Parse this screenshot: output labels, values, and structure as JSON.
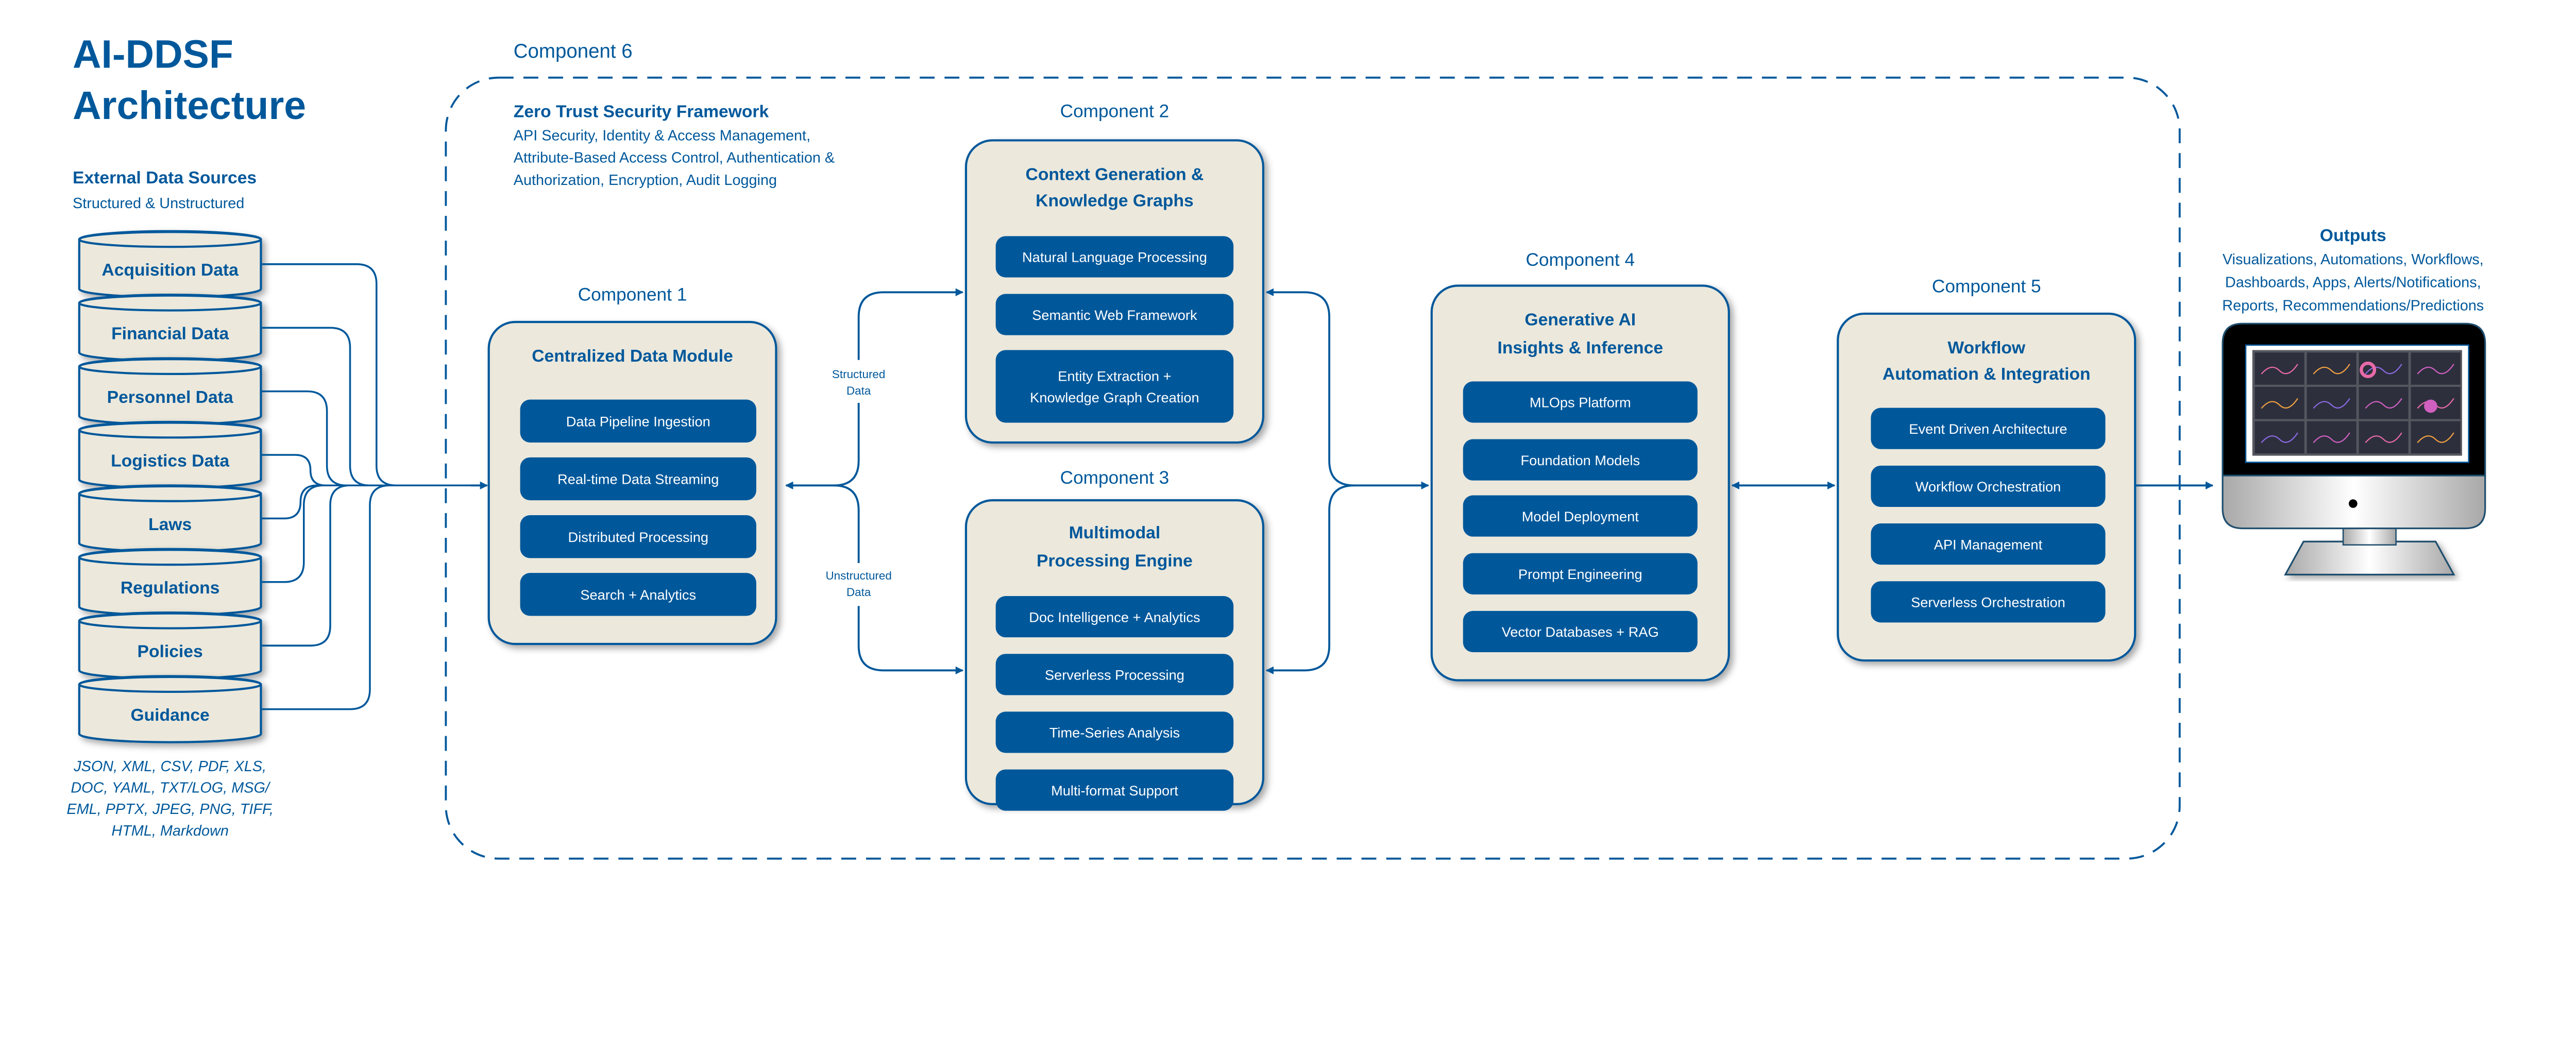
{
  "title": [
    "AI-DDSF",
    "Architecture"
  ],
  "colors": {
    "primary": "#00589b",
    "box_fill": "#ece8dc",
    "pill": "#00589b"
  },
  "sources": {
    "heading": "External Data Sources",
    "subheading": "Structured & Unstructured",
    "items": [
      "Acquisition Data",
      "Financial Data",
      "Personnel Data",
      "Logistics Data",
      "Laws",
      "Regulations",
      "Policies",
      "Guidance"
    ],
    "formats": [
      "JSON, XML, CSV, PDF, XLS,",
      "DOC, YAML, TXT/LOG, MSG/",
      "EML, PPTX, JPEG, PNG, TIFF,",
      "HTML, Markdown"
    ]
  },
  "security": {
    "label": "Component 6",
    "title": "Zero Trust Security Framework",
    "lines": [
      "API Security, Identity & Access Management,",
      "Attribute-Based Access Control, Authentication &",
      "Authorization, Encryption, Audit Logging"
    ]
  },
  "flow_labels": {
    "structured": [
      "Structured",
      "Data"
    ],
    "unstructured": [
      "Unstructured",
      "Data"
    ]
  },
  "components": [
    {
      "label": "Component 1",
      "title": [
        "Centralized Data Module"
      ],
      "items": [
        [
          "Data Pipeline  Ingestion"
        ],
        [
          "Real-time Data Streaming"
        ],
        [
          "Distributed Processing"
        ],
        [
          "Search + Analytics"
        ]
      ]
    },
    {
      "label": "Component 2",
      "title": [
        "Context Generation &",
        "Knowledge Graphs"
      ],
      "items": [
        [
          "Natural Language Processing"
        ],
        [
          "Semantic Web Framework"
        ],
        [
          "Entity Extraction +",
          "Knowledge Graph Creation"
        ]
      ]
    },
    {
      "label": "Component 3",
      "title": [
        "Multimodal",
        "Processing Engine"
      ],
      "items": [
        [
          "Doc Intelligence + Analytics"
        ],
        [
          "Serverless Processing"
        ],
        [
          "Time-Series Analysis"
        ],
        [
          "Multi-format Support"
        ]
      ]
    },
    {
      "label": "Component 4",
      "title": [
        "Generative AI",
        "Insights & Inference"
      ],
      "items": [
        [
          "MLOps Platform"
        ],
        [
          "Foundation Models"
        ],
        [
          "Model Deployment"
        ],
        [
          "Prompt Engineering"
        ],
        [
          "Vector Databases + RAG"
        ]
      ]
    },
    {
      "label": "Component 5",
      "title": [
        "Workflow",
        "Automation & Integration"
      ],
      "items": [
        [
          "Event Driven Architecture"
        ],
        [
          "Workflow Orchestration"
        ],
        [
          "API Management"
        ],
        [
          "Serverless Orchestration"
        ]
      ]
    }
  ],
  "outputs": {
    "heading": "Outputs",
    "lines": [
      "Visualizations, Automations, Workflows,",
      "Dashboards, Apps, Alerts/Notifications,",
      "Reports, Recommendations/Predictions"
    ],
    "icon": "monitor-dashboard-icon"
  }
}
